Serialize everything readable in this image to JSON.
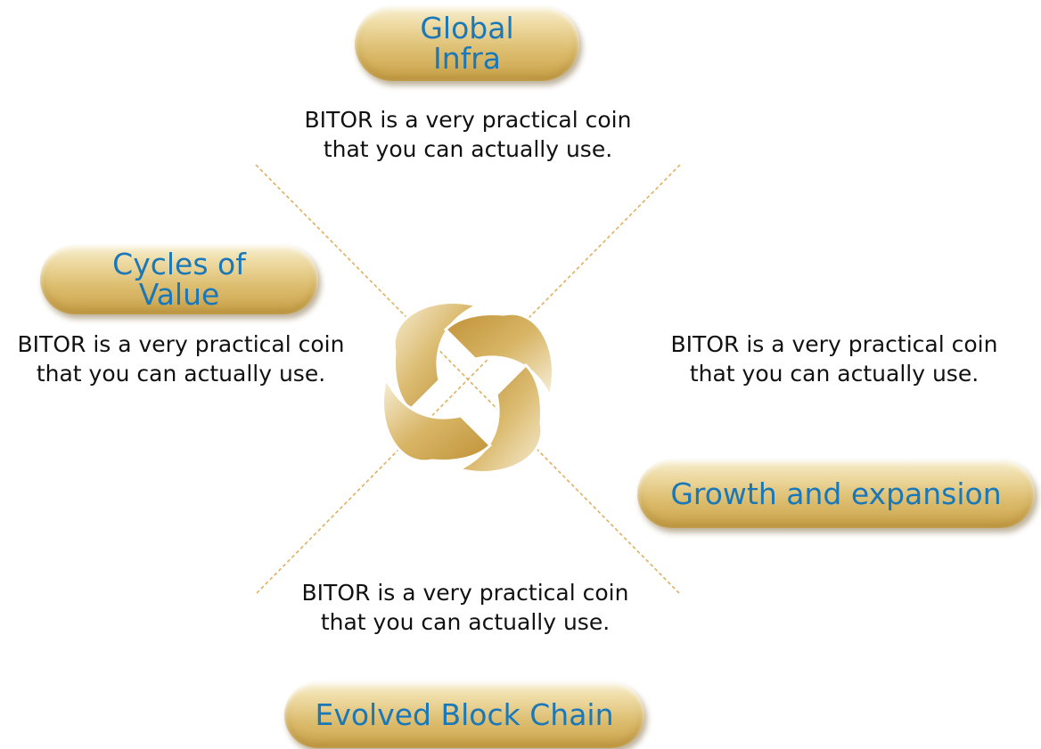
{
  "pills": {
    "global_infra": "Global\nInfra",
    "cycles_of_value": "Cycles of\nValue",
    "growth_and_expansion": "Growth and expansion",
    "evolved_block_chain": "Evolved Block Chain"
  },
  "descriptions": {
    "top": "BITOR is a very practical coin\nthat you can actually use.",
    "left": "BITOR is a very practical coin\nthat you can actually use.",
    "right": "BITOR is a very practical coin\nthat you can actually use.",
    "bottom": "BITOR is a very practical coin\nthat you can actually use."
  },
  "colors": {
    "label_blue": "#1a78b8",
    "gold": "#d0a84a",
    "dashed_line": "#e0b060"
  },
  "icons": {
    "center": "gold-knot-logo"
  }
}
